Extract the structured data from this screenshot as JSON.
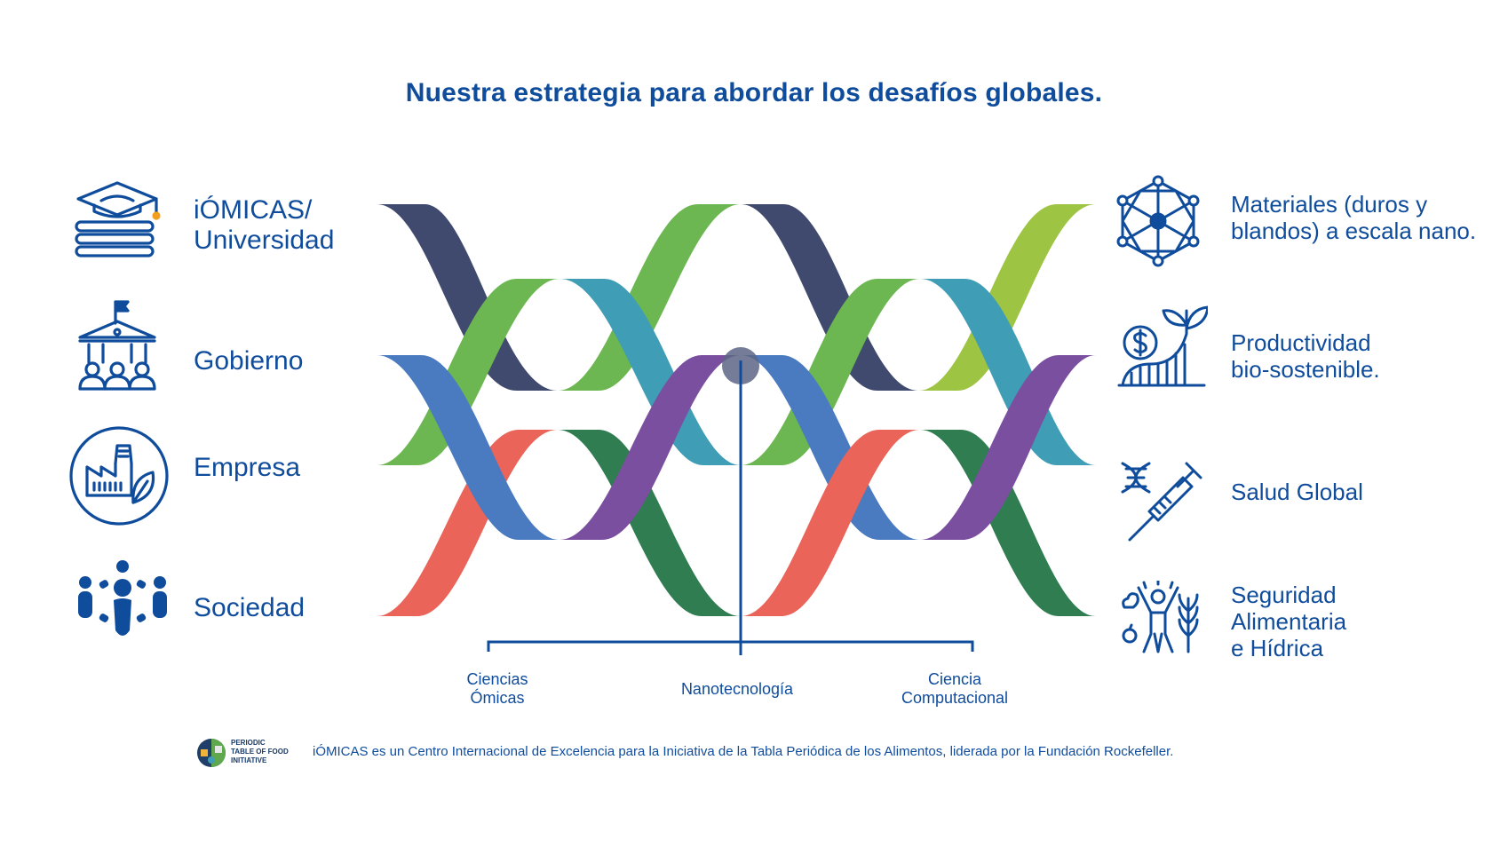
{
  "title": "Nuestra estrategia para abordar los desafíos globales.",
  "actors": [
    {
      "label_lines": [
        "iÓMICAS/",
        "Universidad"
      ],
      "icon": "graduation-cap-stack-icon"
    },
    {
      "label_lines": [
        "Gobierno"
      ],
      "icon": "government-building-icon"
    },
    {
      "label_lines": [
        "Empresa"
      ],
      "icon": "factory-leaf-icon"
    },
    {
      "label_lines": [
        "Sociedad"
      ],
      "icon": "people-group-icon"
    }
  ],
  "goals": [
    {
      "label_lines": [
        "Materiales (duros y",
        "blandos) a escala nano."
      ],
      "icon": "nano-structure-icon"
    },
    {
      "label_lines": [
        "Productividad",
        "bio-sostenible."
      ],
      "icon": "dollar-plant-growth-icon"
    },
    {
      "label_lines": [
        "Salud Global"
      ],
      "icon": "dna-syringe-icon"
    },
    {
      "label_lines": [
        "Seguridad",
        "Alimentaria",
        "e Hídrica"
      ],
      "icon": "person-food-icon"
    }
  ],
  "axis": {
    "left": [
      "Ciencias",
      "Ómicas"
    ],
    "center": [
      "Nanotecnología"
    ],
    "right": [
      "Ciencia",
      "Computacional"
    ]
  },
  "colors": {
    "navy": "#404a6e",
    "green": "#6cb751",
    "teal": "#3f9db5",
    "lime": "#9ec443",
    "blue": "#4a7bc0",
    "purple": "#7b4fa0",
    "red": "#ea6459",
    "darkgreen": "#2f7d51",
    "text": "#0f4c9c"
  },
  "footer": {
    "logo_lines": [
      "PERIODIC",
      "TABLE OF FOOD",
      "INITIATIVE"
    ],
    "note": "iÓMICAS es un Centro Internacional de Excelencia para la Iniciativa de la Tabla Periódica de los Alimentos, liderada por la Fundación Rockefeller."
  }
}
